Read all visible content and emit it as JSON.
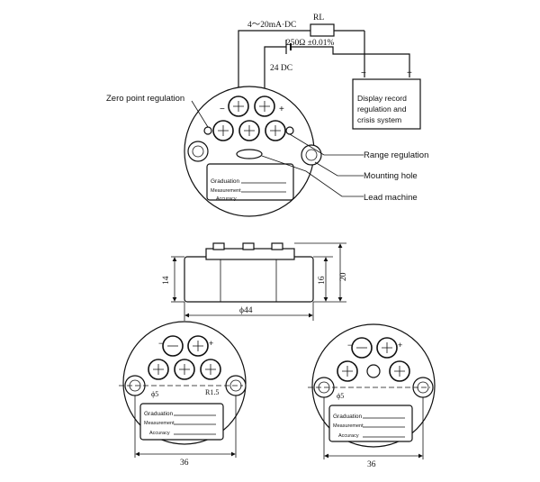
{
  "wiring": {
    "current_label": "4～20mA·DC",
    "resistor_label": "RL",
    "resistor_value": "250Ω ±0.01%",
    "supply_label": "24 DC",
    "display_minus": "−",
    "display_plus": "+",
    "display_box": [
      "Display record",
      "regulation and",
      "crisis system"
    ]
  },
  "callouts": {
    "zero_point": "Zero point regulation",
    "range": "Range regulation",
    "mounting_hole": "Mounting hole",
    "lead_machine": "Lead machine"
  },
  "terminal_signs": {
    "minus": "−",
    "plus": "+"
  },
  "nameplate": {
    "graduation": "Graduation",
    "measurement": "Measurement",
    "accuracy": "Accuracy"
  },
  "side_view": {
    "dim_height_body": "14",
    "dim_height_top": "16",
    "dim_height_total": "20",
    "dim_diameter": "ϕ44"
  },
  "bottom_left": {
    "hole_dia": "ϕ5",
    "radius": "R1.5",
    "width": "36"
  },
  "bottom_right": {
    "hole_dia": "ϕ5",
    "width": "36"
  }
}
